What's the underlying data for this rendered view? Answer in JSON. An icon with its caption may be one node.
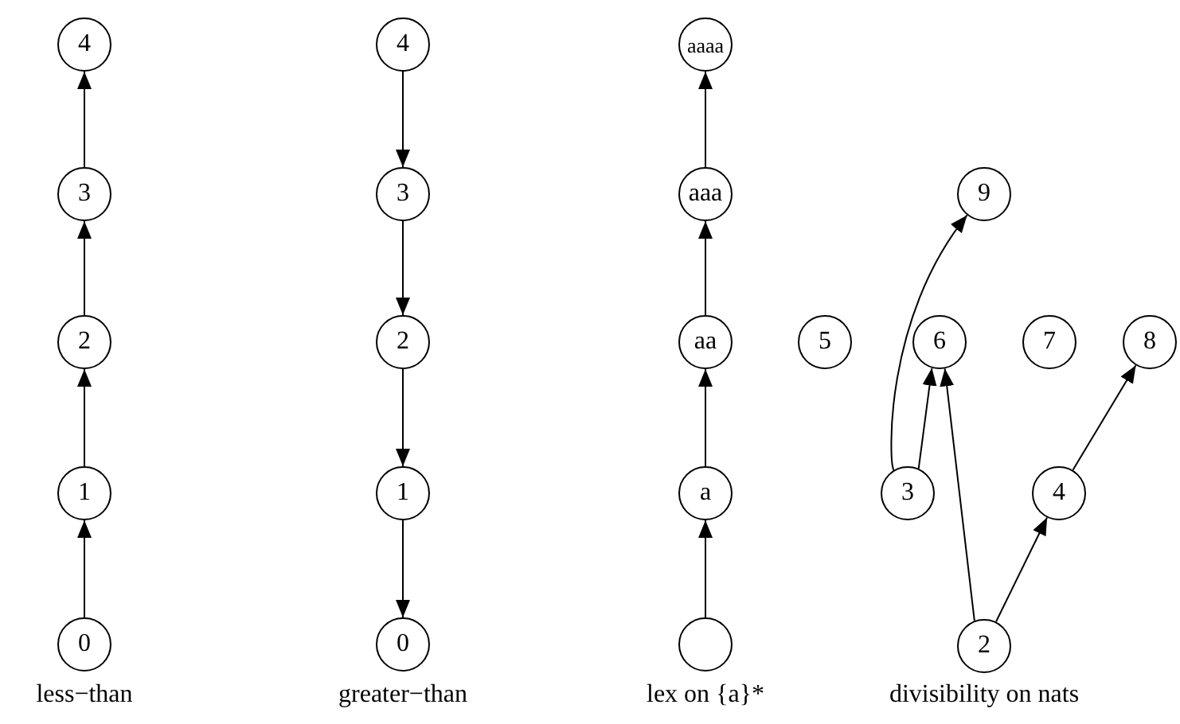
{
  "diagram": {
    "nodes": [
      {
        "text": [
          "4"
        ]
      },
      {
        "text": [
          "3"
        ]
      },
      {
        "text": [
          "2"
        ]
      },
      {
        "text": [
          "1"
        ]
      },
      {
        "text": [
          "0"
        ]
      },
      {
        "text": [
          "4"
        ]
      },
      {
        "text": [
          "3"
        ]
      },
      {
        "text": [
          "2"
        ]
      },
      {
        "text": [
          "1"
        ]
      },
      {
        "text": [
          "0"
        ]
      },
      {
        "text": [
          "aaaa"
        ]
      },
      {
        "text": [
          "aaa"
        ]
      },
      {
        "text": [
          "aa"
        ]
      },
      {
        "text": [
          "a"
        ]
      },
      {
        "text": [],
        "shape": "circle"
      },
      {
        "text": [
          "9"
        ]
      },
      {
        "text": [
          "5"
        ]
      },
      {
        "text": [
          "6"
        ]
      },
      {
        "text": [
          "7"
        ]
      },
      {
        "text": [
          "8"
        ]
      },
      {
        "text": [
          "3"
        ]
      },
      {
        "text": [
          "4"
        ]
      },
      {
        "text": [
          "2"
        ]
      }
    ],
    "edges": [
      {
        "from": 4,
        "to": 3,
        "arrow": "to"
      },
      {
        "from": 3,
        "to": 2,
        "arrow": "to"
      },
      {
        "from": 2,
        "to": 1,
        "arrow": "to"
      },
      {
        "from": 1,
        "to": 0,
        "arrow": "to"
      },
      {
        "from": 5,
        "to": 6,
        "arrow": "to"
      },
      {
        "from": 6,
        "to": 7,
        "arrow": "to"
      },
      {
        "from": 7,
        "to": 8,
        "arrow": "to"
      },
      {
        "from": 8,
        "to": 9,
        "arrow": "to"
      },
      {
        "from": 14,
        "to": 13,
        "arrow": "to"
      },
      {
        "from": 13,
        "to": 12,
        "arrow": "to"
      },
      {
        "from": 12,
        "to": 11,
        "arrow": "to"
      },
      {
        "from": 11,
        "to": 10,
        "arrow": "to"
      },
      {
        "from": 20,
        "to": 15,
        "arrow": "to"
      },
      {
        "from": 20,
        "to": 17,
        "arrow": "to"
      },
      {
        "from": 22,
        "to": 17,
        "arrow": "to"
      },
      {
        "from": 22,
        "to": 21,
        "arrow": "to"
      },
      {
        "from": 21,
        "to": 19,
        "arrow": "to"
      }
    ],
    "labels": [
      "less−than",
      "greater−than",
      "lex on {a}*",
      "divisibility on nats"
    ]
  }
}
